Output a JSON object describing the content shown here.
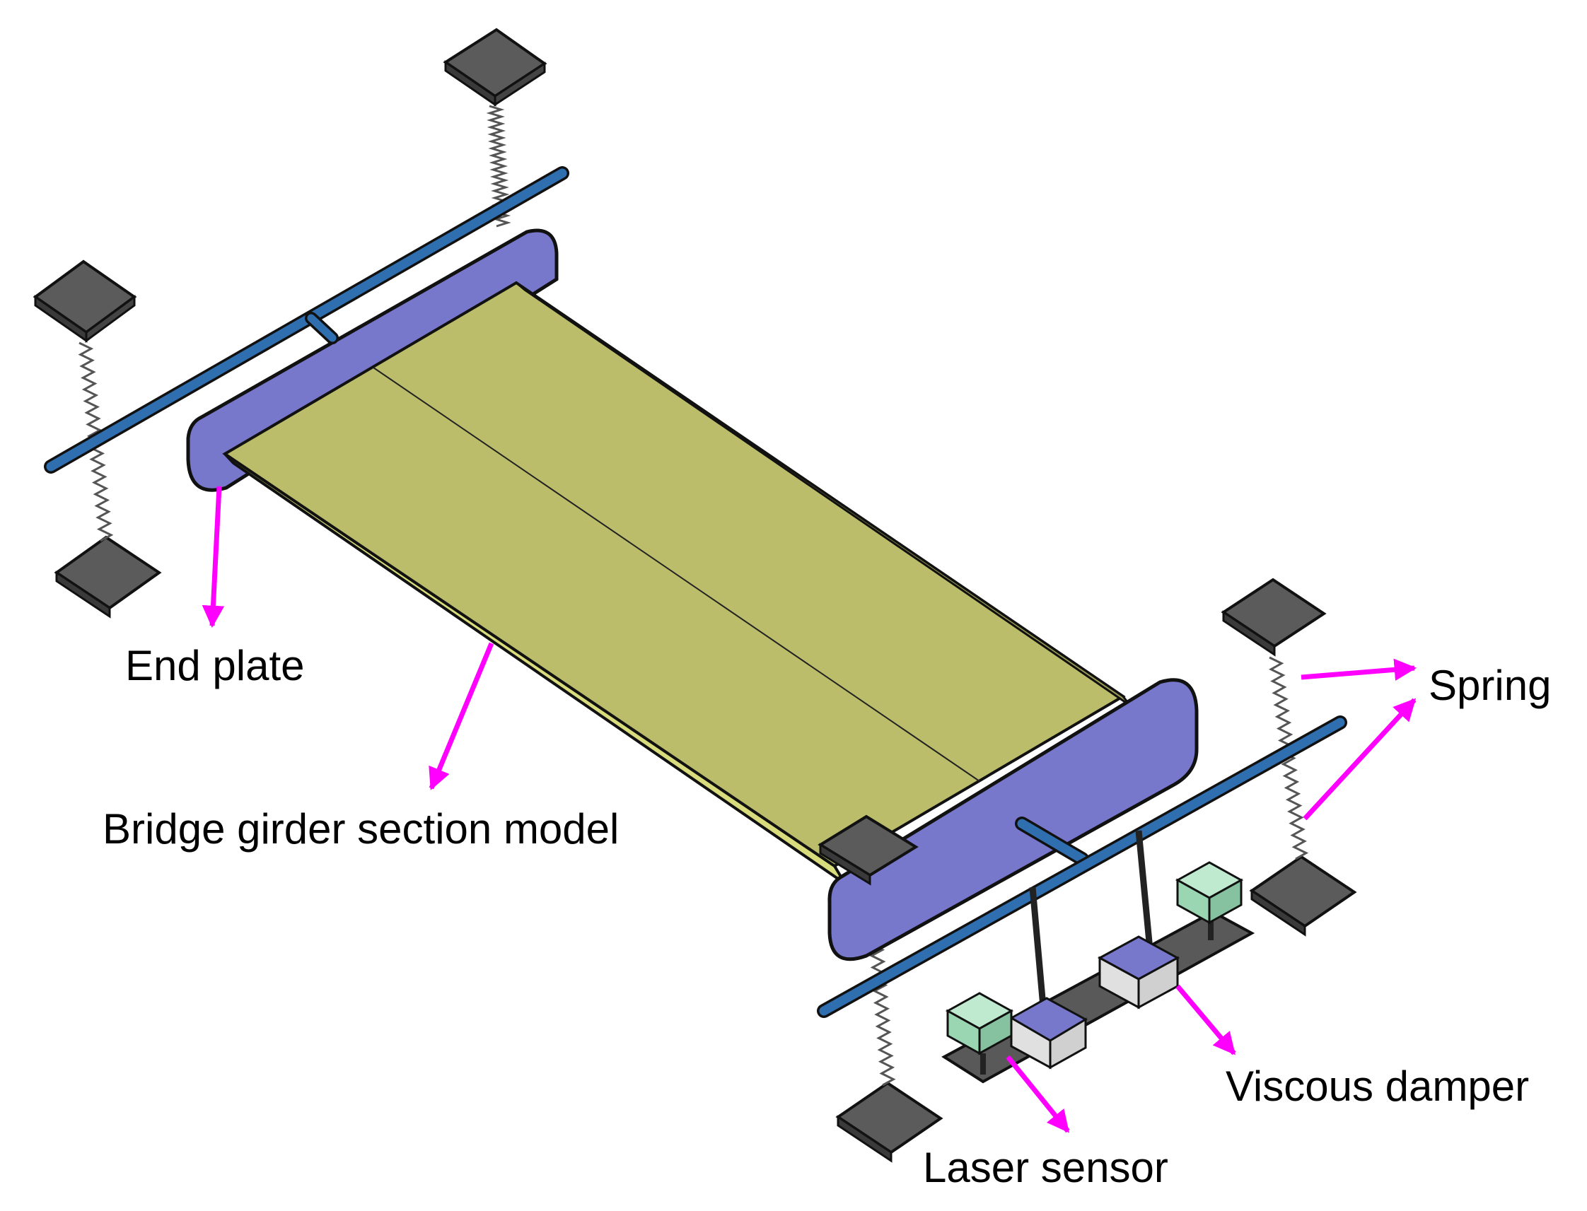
{
  "labels": {
    "end_plate": "End plate",
    "bridge_girder": "Bridge girder section model",
    "spring": "Spring",
    "viscous_damper": "Viscous damper",
    "laser_sensor": "Laser sensor"
  },
  "colors": {
    "deck_top": "#bcbd6a",
    "deck_edge": "#d9dc7c",
    "end_plate": "#7778cc",
    "rod": "#2f6fb0",
    "pad": "#5b5b5b",
    "sensor": "#9bd6b3",
    "damper_box": "#e0e0e0",
    "arrow": "#ff00ff"
  },
  "icons": {
    "arrow": "magenta-arrow-icon",
    "spring": "coil-spring-icon"
  }
}
